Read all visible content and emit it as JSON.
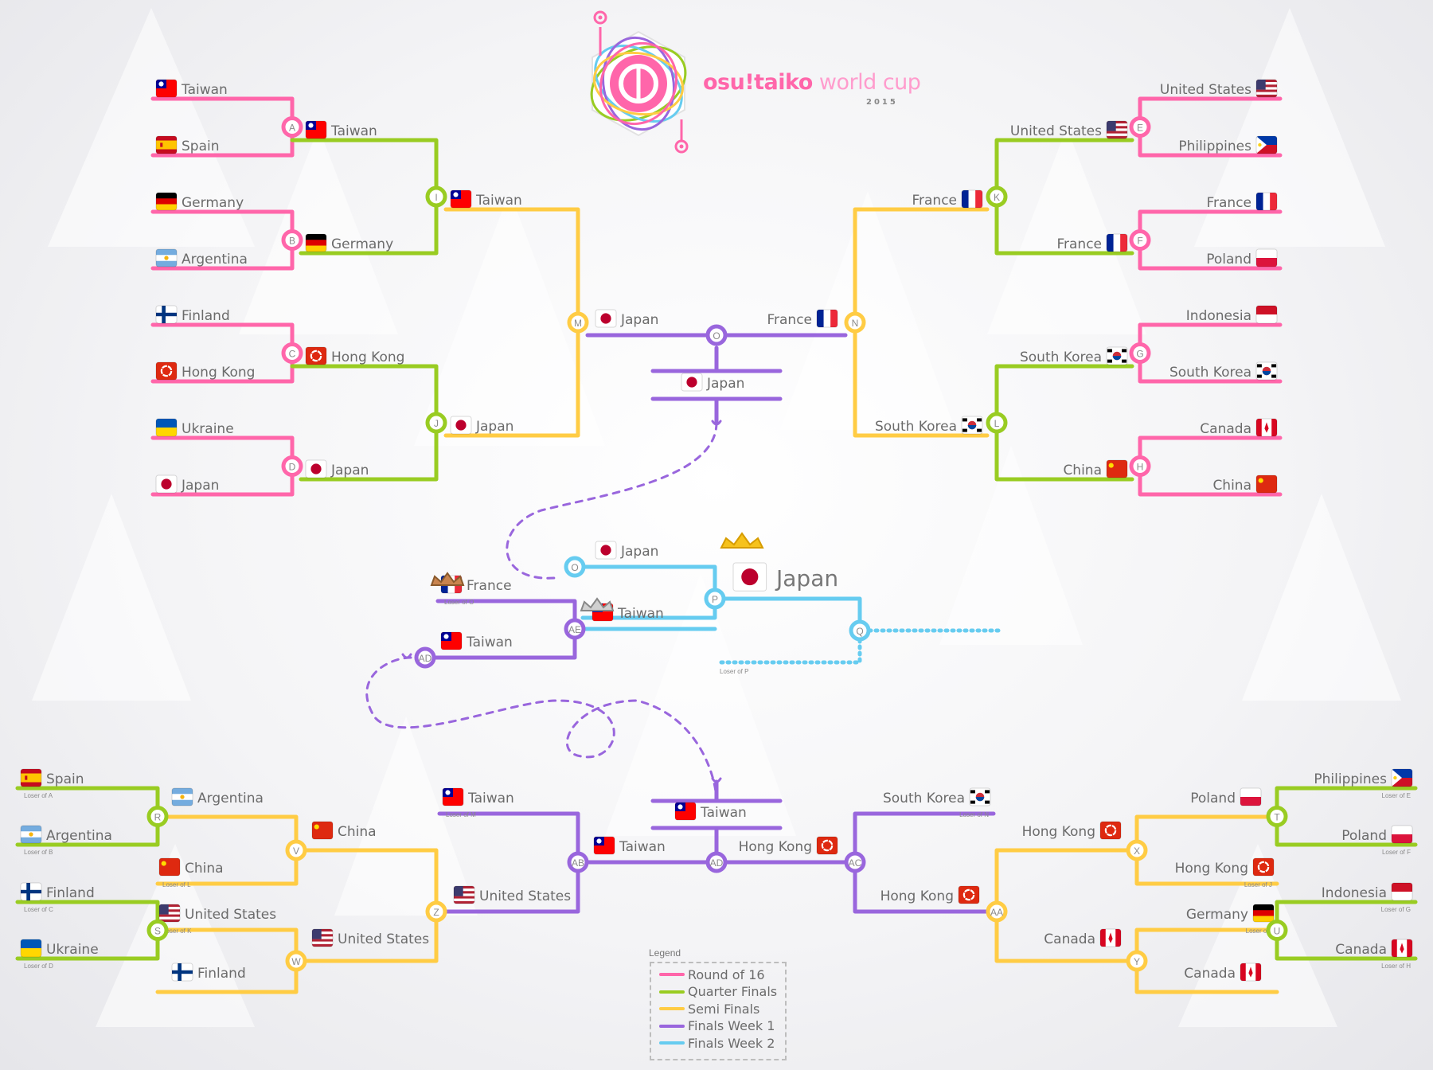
{
  "event": {
    "title_bold": "osu!taiko",
    "title_rest": " world cup",
    "year": "2015"
  },
  "colors": {
    "r16": "#ff66aa",
    "qf": "#99cc22",
    "sf": "#ffcc44",
    "fw1": "#9966dd",
    "fw2": "#66ccf0"
  },
  "champion": {
    "name": "Japan",
    "flag": "JP"
  },
  "legend": {
    "title": "Legend",
    "items": [
      {
        "label": "Round of 16",
        "color": "#ff66aa"
      },
      {
        "label": "Quarter Finals",
        "color": "#99cc22"
      },
      {
        "label": "Semi Finals",
        "color": "#ffcc44"
      },
      {
        "label": "Finals Week 1",
        "color": "#9966dd"
      },
      {
        "label": "Finals Week 2",
        "color": "#66ccf0"
      }
    ]
  },
  "nodes": [
    "A",
    "B",
    "C",
    "D",
    "E",
    "F",
    "G",
    "H",
    "I",
    "J",
    "K",
    "L",
    "M",
    "N",
    "O",
    "P",
    "Q",
    "R",
    "S",
    "T",
    "U",
    "V",
    "W",
    "X",
    "Y",
    "Z",
    "AA",
    "AB",
    "AC",
    "AD",
    "AE"
  ],
  "teams": {
    "r16_left": [
      {
        "name": "Taiwan",
        "flag": "TW"
      },
      {
        "name": "Spain",
        "flag": "ES"
      },
      {
        "name": "Germany",
        "flag": "DE"
      },
      {
        "name": "Argentina",
        "flag": "AR"
      },
      {
        "name": "Finland",
        "flag": "FI"
      },
      {
        "name": "Hong Kong",
        "flag": "HK"
      },
      {
        "name": "Ukraine",
        "flag": "UA"
      },
      {
        "name": "Japan",
        "flag": "JP"
      }
    ],
    "r16_right": [
      {
        "name": "United States",
        "flag": "US"
      },
      {
        "name": "Philippines",
        "flag": "PH"
      },
      {
        "name": "France",
        "flag": "FR"
      },
      {
        "name": "Poland",
        "flag": "PL"
      },
      {
        "name": "Indonesia",
        "flag": "ID"
      },
      {
        "name": "South Korea",
        "flag": "KR"
      },
      {
        "name": "Canada",
        "flag": "CA"
      },
      {
        "name": "China",
        "flag": "CN"
      }
    ],
    "qf_left": [
      {
        "name": "Taiwan",
        "flag": "TW"
      },
      {
        "name": "Germany",
        "flag": "DE"
      },
      {
        "name": "Hong Kong",
        "flag": "HK"
      },
      {
        "name": "Japan",
        "flag": "JP"
      }
    ],
    "qf_right": [
      {
        "name": "United States",
        "flag": "US"
      },
      {
        "name": "France",
        "flag": "FR"
      },
      {
        "name": "South Korea",
        "flag": "KR"
      },
      {
        "name": "China",
        "flag": "CN"
      }
    ],
    "sf_left": [
      {
        "name": "Taiwan",
        "flag": "TW"
      },
      {
        "name": "Japan",
        "flag": "JP"
      }
    ],
    "sf_right": [
      {
        "name": "France",
        "flag": "FR"
      },
      {
        "name": "South Korea",
        "flag": "KR"
      }
    ],
    "final_left": {
      "name": "Japan",
      "flag": "JP"
    },
    "final_right": {
      "name": "France",
      "flag": "FR"
    },
    "upper_winner": {
      "name": "Japan",
      "flag": "JP"
    },
    "gf_top": {
      "name": "Japan",
      "flag": "JP"
    },
    "lf_top": {
      "name": "France",
      "flag": "FR",
      "sub": "Loser of O"
    },
    "lf_mid": {
      "name": "Taiwan",
      "flag": "TW"
    },
    "lf_bottom": {
      "name": "Taiwan",
      "flag": "TW"
    },
    "q_sub": "Loser of P",
    "lower_left_r1": [
      {
        "name": "Spain",
        "flag": "ES",
        "sub": "Loser of A"
      },
      {
        "name": "Argentina",
        "flag": "AR",
        "sub": "Loser of B"
      },
      {
        "name": "Finland",
        "flag": "FI",
        "sub": "Loser of C"
      },
      {
        "name": "Ukraine",
        "flag": "UA",
        "sub": "Loser of D"
      }
    ],
    "lower_left_r2": [
      {
        "name": "Argentina",
        "flag": "AR"
      },
      {
        "name": "China",
        "flag": "CN",
        "sub": "Loser of L"
      },
      {
        "name": "United States",
        "flag": "US",
        "sub": "Loser of K"
      },
      {
        "name": "Finland",
        "flag": "FI"
      }
    ],
    "lower_left_r3": [
      {
        "name": "China",
        "flag": "CN"
      },
      {
        "name": "United States",
        "flag": "US"
      }
    ],
    "lower_left_r4": [
      {
        "name": "Taiwan",
        "flag": "TW",
        "sub": "Loser of M"
      },
      {
        "name": "United States",
        "flag": "US"
      }
    ],
    "lower_ab": {
      "name": "Taiwan",
      "flag": "TW"
    },
    "lower_ac": {
      "name": "Hong Kong",
      "flag": "HK"
    },
    "lower_ad": {
      "name": "Taiwan",
      "flag": "TW"
    },
    "lower_right_r1": [
      {
        "name": "Philippines",
        "flag": "PH",
        "sub": "Loser of E"
      },
      {
        "name": "Poland",
        "flag": "PL",
        "sub": "Loser of F"
      },
      {
        "name": "Indonesia",
        "flag": "ID",
        "sub": "Loser of G"
      },
      {
        "name": "Canada",
        "flag": "CA",
        "sub": "Loser of H"
      }
    ],
    "lower_right_r2": [
      {
        "name": "Poland",
        "flag": "PL"
      },
      {
        "name": "Hong Kong",
        "flag": "HK",
        "sub": "Loser of J"
      },
      {
        "name": "Germany",
        "flag": "DE",
        "sub": "Loser of I"
      },
      {
        "name": "Canada",
        "flag": "CA"
      }
    ],
    "lower_right_r3": [
      {
        "name": "Hong Kong",
        "flag": "HK"
      },
      {
        "name": "Canada",
        "flag": "CA"
      }
    ],
    "lower_right_r4": [
      {
        "name": "South Korea",
        "flag": "KR",
        "sub": "Loser of N"
      },
      {
        "name": "Hong Kong",
        "flag": "HK"
      }
    ]
  }
}
